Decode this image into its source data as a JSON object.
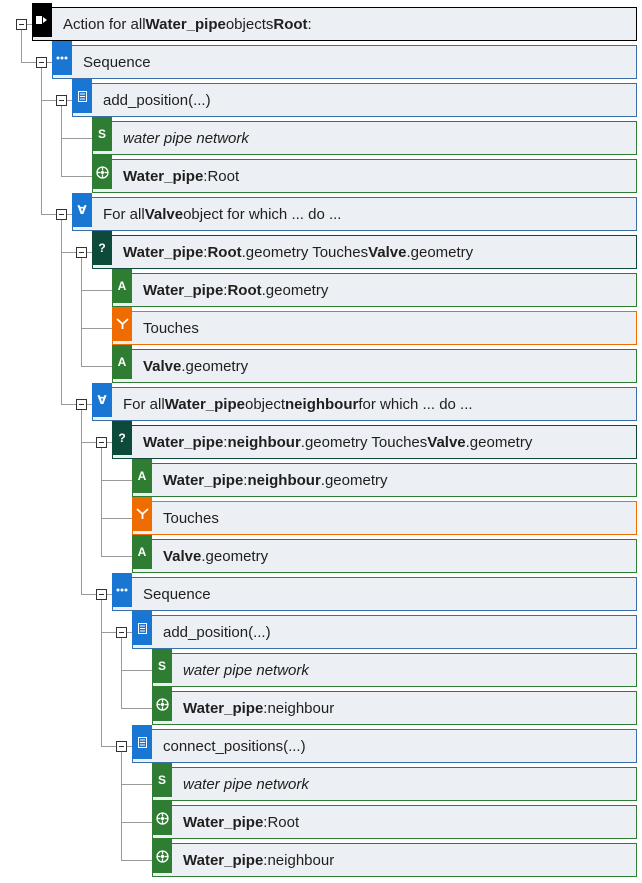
{
  "colors": {
    "action": "#000000",
    "sequence": "#1976d2",
    "function": "#1976d2",
    "string": "#2e7d32",
    "object": "#2e7d32",
    "attribute": "#2e7d32",
    "forall": "#1976d2",
    "condition": "#0d4a3a",
    "operator": "#ef6c00",
    "border_blue": "#3a6ea8",
    "border_green": "#2e7d32",
    "border_orange": "#ef6c00",
    "border_dark": "#0d4a3a",
    "border_black": "#000000",
    "node_bg": "#eceff3",
    "connector": "#9a9a9a"
  },
  "nodes": [
    {
      "id": "n0",
      "depth": 0,
      "kind": "action",
      "icon": "action-icon",
      "parts": [
        {
          "t": "Action for all "
        },
        {
          "t": "Water_pipe",
          "s": "b"
        },
        {
          "t": " objects "
        },
        {
          "t": "Root",
          "s": "b"
        },
        {
          "t": ":"
        }
      ]
    },
    {
      "id": "n1",
      "depth": 1,
      "kind": "sequence",
      "icon": "sequence-icon",
      "parts": [
        {
          "t": "Sequence"
        }
      ]
    },
    {
      "id": "n2",
      "depth": 2,
      "kind": "function",
      "icon": "function-icon",
      "parts": [
        {
          "t": "add_position(...)"
        }
      ]
    },
    {
      "id": "n3",
      "depth": 3,
      "kind": "string",
      "icon": "string-icon",
      "leaf": true,
      "parts": [
        {
          "t": "water pipe network",
          "s": "i"
        }
      ]
    },
    {
      "id": "n4",
      "depth": 3,
      "kind": "object",
      "icon": "object-icon",
      "leaf": true,
      "parts": [
        {
          "t": "Water_pipe",
          "s": "b"
        },
        {
          "t": ":Root"
        }
      ]
    },
    {
      "id": "n5",
      "depth": 2,
      "kind": "forall",
      "icon": "forall-icon",
      "parts": [
        {
          "t": "For all "
        },
        {
          "t": "Valve",
          "s": "b"
        },
        {
          "t": " object for which ... do ..."
        }
      ]
    },
    {
      "id": "n6",
      "depth": 3,
      "kind": "condition",
      "icon": "condition-icon",
      "parts": [
        {
          "t": "Water_pipe",
          "s": "b"
        },
        {
          "t": ":"
        },
        {
          "t": "Root",
          "s": "b"
        },
        {
          "t": ".geometry Touches "
        },
        {
          "t": "Valve",
          "s": "b"
        },
        {
          "t": ".geometry"
        }
      ]
    },
    {
      "id": "n7",
      "depth": 4,
      "kind": "attribute",
      "icon": "attribute-icon",
      "leaf": true,
      "parts": [
        {
          "t": "Water_pipe",
          "s": "b"
        },
        {
          "t": ":"
        },
        {
          "t": "Root",
          "s": "b"
        },
        {
          "t": ".geometry"
        }
      ]
    },
    {
      "id": "n8",
      "depth": 4,
      "kind": "operator",
      "icon": "operator-icon",
      "leaf": true,
      "parts": [
        {
          "t": "Touches"
        }
      ]
    },
    {
      "id": "n9",
      "depth": 4,
      "kind": "attribute",
      "icon": "attribute-icon",
      "leaf": true,
      "parts": [
        {
          "t": "Valve",
          "s": "b"
        },
        {
          "t": ".geometry"
        }
      ]
    },
    {
      "id": "n10",
      "depth": 3,
      "kind": "forall",
      "icon": "forall-icon",
      "parts": [
        {
          "t": "For all "
        },
        {
          "t": "Water_pipe",
          "s": "b"
        },
        {
          "t": " object "
        },
        {
          "t": "neighbour",
          "s": "b"
        },
        {
          "t": " for which ... do ..."
        }
      ]
    },
    {
      "id": "n11",
      "depth": 4,
      "kind": "condition",
      "icon": "condition-icon",
      "parts": [
        {
          "t": "Water_pipe",
          "s": "b"
        },
        {
          "t": ":"
        },
        {
          "t": "neighbour",
          "s": "b"
        },
        {
          "t": ".geometry Touches "
        },
        {
          "t": "Valve",
          "s": "b"
        },
        {
          "t": ".geometry"
        }
      ]
    },
    {
      "id": "n12",
      "depth": 5,
      "kind": "attribute",
      "icon": "attribute-icon",
      "leaf": true,
      "parts": [
        {
          "t": "Water_pipe",
          "s": "b"
        },
        {
          "t": ":"
        },
        {
          "t": "neighbour",
          "s": "b"
        },
        {
          "t": ".geometry"
        }
      ]
    },
    {
      "id": "n13",
      "depth": 5,
      "kind": "operator",
      "icon": "operator-icon",
      "leaf": true,
      "parts": [
        {
          "t": "Touches"
        }
      ]
    },
    {
      "id": "n14",
      "depth": 5,
      "kind": "attribute",
      "icon": "attribute-icon",
      "leaf": true,
      "parts": [
        {
          "t": "Valve",
          "s": "b"
        },
        {
          "t": ".geometry"
        }
      ]
    },
    {
      "id": "n15",
      "depth": 4,
      "kind": "sequence",
      "icon": "sequence-icon",
      "parts": [
        {
          "t": "Sequence"
        }
      ]
    },
    {
      "id": "n16",
      "depth": 5,
      "kind": "function",
      "icon": "function-icon",
      "parts": [
        {
          "t": "add_position(...)"
        }
      ]
    },
    {
      "id": "n17",
      "depth": 6,
      "kind": "string",
      "icon": "string-icon",
      "leaf": true,
      "parts": [
        {
          "t": "water pipe network",
          "s": "i"
        }
      ]
    },
    {
      "id": "n18",
      "depth": 6,
      "kind": "object",
      "icon": "object-icon",
      "leaf": true,
      "parts": [
        {
          "t": "Water_pipe",
          "s": "b"
        },
        {
          "t": ":neighbour"
        }
      ]
    },
    {
      "id": "n19",
      "depth": 5,
      "kind": "function",
      "icon": "function-icon",
      "parts": [
        {
          "t": "connect_positions(...)"
        }
      ]
    },
    {
      "id": "n20",
      "depth": 6,
      "kind": "string",
      "icon": "string-icon",
      "leaf": true,
      "parts": [
        {
          "t": "water pipe network",
          "s": "i"
        }
      ]
    },
    {
      "id": "n21",
      "depth": 6,
      "kind": "object",
      "icon": "object-icon",
      "leaf": true,
      "parts": [
        {
          "t": "Water_pipe",
          "s": "b"
        },
        {
          "t": ":Root"
        }
      ]
    },
    {
      "id": "n22",
      "depth": 6,
      "kind": "object",
      "icon": "object-icon",
      "leaf": true,
      "parts": [
        {
          "t": "Water_pipe",
          "s": "b"
        },
        {
          "t": ":neighbour"
        }
      ]
    }
  ]
}
